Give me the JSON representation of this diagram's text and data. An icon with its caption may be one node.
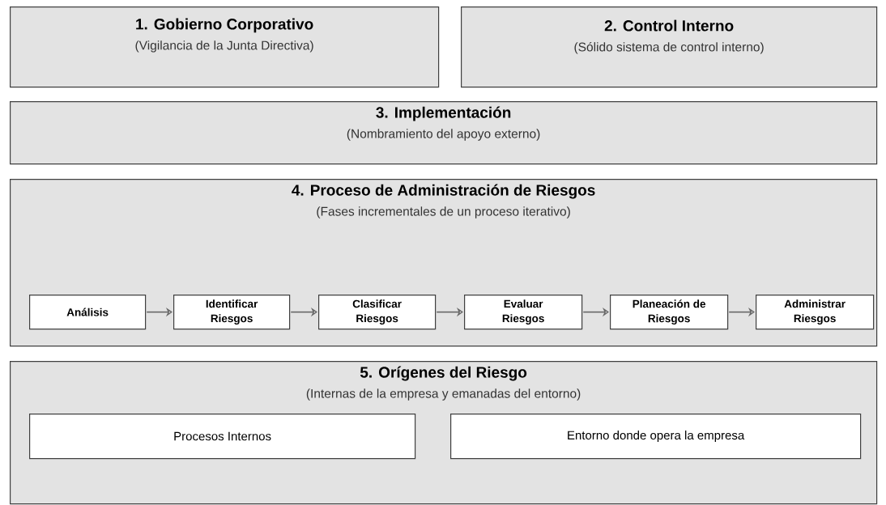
{
  "diagram": {
    "nodes": [
      {
        "text": [
          "1. Gobierno Corporativo",
          "(Vigilancia de la Junta Directiva)"
        ]
      },
      {
        "text": [
          "2. Control Interno",
          "(Sólido sistema de control interno)"
        ]
      },
      {
        "text": [
          "3. Implementación",
          "(Nombramiento del apoyo externo)"
        ]
      },
      {
        "text": [
          "4. Proceso de Administración de Riesgos",
          "(Fases incrementales de un proceso iterativo)"
        ]
      },
      {
        "text": [
          "Análisis"
        ],
        "in": 3
      },
      {
        "text": [
          "Identificar Riesgos"
        ],
        "in": 3
      },
      {
        "text": [
          "Clasificar Riesgos"
        ],
        "in": 3
      },
      {
        "text": [
          "Evaluar Riesgos"
        ],
        "in": 3
      },
      {
        "text": [
          "Planeación de Riesgos"
        ],
        "in": 3
      },
      {
        "text": [
          "Administrar Riesgos"
        ],
        "in": 3
      },
      {
        "text": [
          "5. Orígenes del Riesgo",
          "(Internas de la empresa y emanadas del entorno)"
        ]
      },
      {
        "text": [
          "Procesos Internos"
        ],
        "in": 10
      },
      {
        "text": [
          "Entorno donde opera la empresa"
        ],
        "in": 10
      }
    ],
    "edges": [
      {
        "from": 4,
        "to": 5,
        "arrow": "to"
      },
      {
        "from": 5,
        "to": 6,
        "arrow": "to"
      },
      {
        "from": 6,
        "to": 7,
        "arrow": "to"
      },
      {
        "from": 7,
        "to": 8,
        "arrow": "to"
      },
      {
        "from": 8,
        "to": 9,
        "arrow": "to"
      }
    ]
  }
}
